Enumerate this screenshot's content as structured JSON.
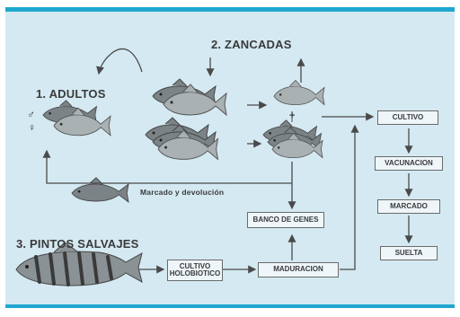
{
  "title_adults": "1. ADULTOS",
  "title_zancadas": "2. ZANCADAS",
  "title_wild": "3. PINTOS SALVAJES",
  "male_symbol": "♂",
  "female_symbol": "♀",
  "return_label": "Marcado y devolución",
  "boxes": {
    "cultivo": "CULTIVO",
    "vacunacion": "VACUNACION",
    "marcado": "MARCADO",
    "suelta": "SUELTA",
    "banco": "BANCO DE GENES",
    "cultivo_holo_1": "CULTIVO",
    "cultivo_holo_2": "HOLOBIOTICO",
    "maduracion": "MADURACION"
  },
  "colors": {
    "frame_border": "#1fa7cf",
    "background": "#d4e9f2",
    "fish_fill": "#a9b1b3",
    "fish_dark": "#6e7679",
    "line": "#4a4a4a"
  }
}
